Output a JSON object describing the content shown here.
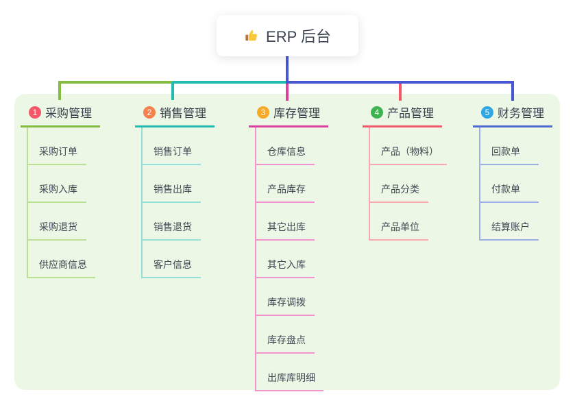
{
  "root": {
    "title": "ERP 后台",
    "icon": "thumbs-up"
  },
  "colors": {
    "root_connector": "#4657d1",
    "panel_bg": "#ecf7e6",
    "title_text": "#39404d",
    "child_text": "#3f4752"
  },
  "branches": [
    {
      "badge": "1",
      "title": "采购管理",
      "badge_color": "#f4566a",
      "line_color": "#85bb40",
      "child_line_color": "#bcdf97",
      "children": [
        "采购订单",
        "采购入库",
        "采购退货",
        "供应商信息"
      ]
    },
    {
      "badge": "2",
      "title": "销售管理",
      "badge_color": "#f5824d",
      "line_color": "#22bcae",
      "child_line_color": "#97ded6",
      "children": [
        "销售订单",
        "销售出库",
        "销售退货",
        "客户信息"
      ]
    },
    {
      "badge": "3",
      "title": "库存管理",
      "badge_color": "#f7a928",
      "line_color": "#dd3f9f",
      "child_line_color": "#f193cd",
      "children": [
        "仓库信息",
        "产品库存",
        "其它出库",
        "其它入库",
        "库存调拨",
        "库存盘点",
        "出库库明细"
      ]
    },
    {
      "badge": "4",
      "title": "产品管理",
      "badge_color": "#3db450",
      "line_color": "#f4566a",
      "child_line_color": "#f8a8ac",
      "children": [
        "产品（物料）",
        "产品分类",
        "产品单位"
      ]
    },
    {
      "badge": "5",
      "title": "财务管理",
      "badge_color": "#30a7e5",
      "line_color": "#4e6ad2",
      "child_line_color": "#9db0e6",
      "children": [
        "回款单",
        "付款单",
        "结算账户"
      ]
    }
  ]
}
